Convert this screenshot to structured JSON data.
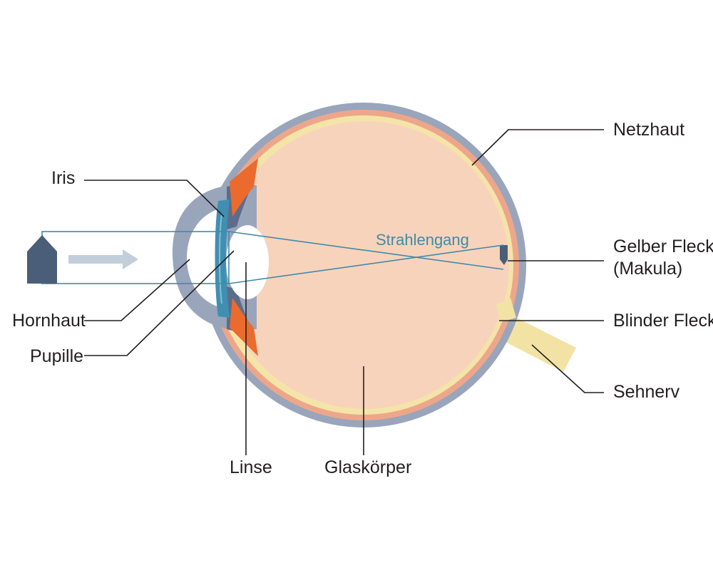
{
  "diagram": {
    "labels": {
      "netzhaut": "Netzhaut",
      "iris": "Iris",
      "strahlengang": "Strahlengang",
      "gelber_fleck": "Gelber Fleck",
      "makula": "(Makula)",
      "blinder_fleck": "Blinder Fleck",
      "hornhaut": "Hornhaut",
      "pupille": "Pupille",
      "sehnerv": "Sehnerv",
      "linse": "Linse",
      "glaskoerper": "Glaskörper"
    },
    "colors": {
      "sclera": "#99a5bb",
      "choroid": "#eea68a",
      "retina": "#f4e4a8",
      "vitreous": "#f7d3bc",
      "iris": "#ea6b2d",
      "ciliary_body": "#5c6d8c",
      "cornea": "#418fb0",
      "lens": "#ffffff",
      "beam": "#428aa8",
      "arrow": "#c2cfdb",
      "object": "#4a5e78",
      "optic_nerve": "#f2e3a5",
      "leader": "#231f20"
    }
  }
}
